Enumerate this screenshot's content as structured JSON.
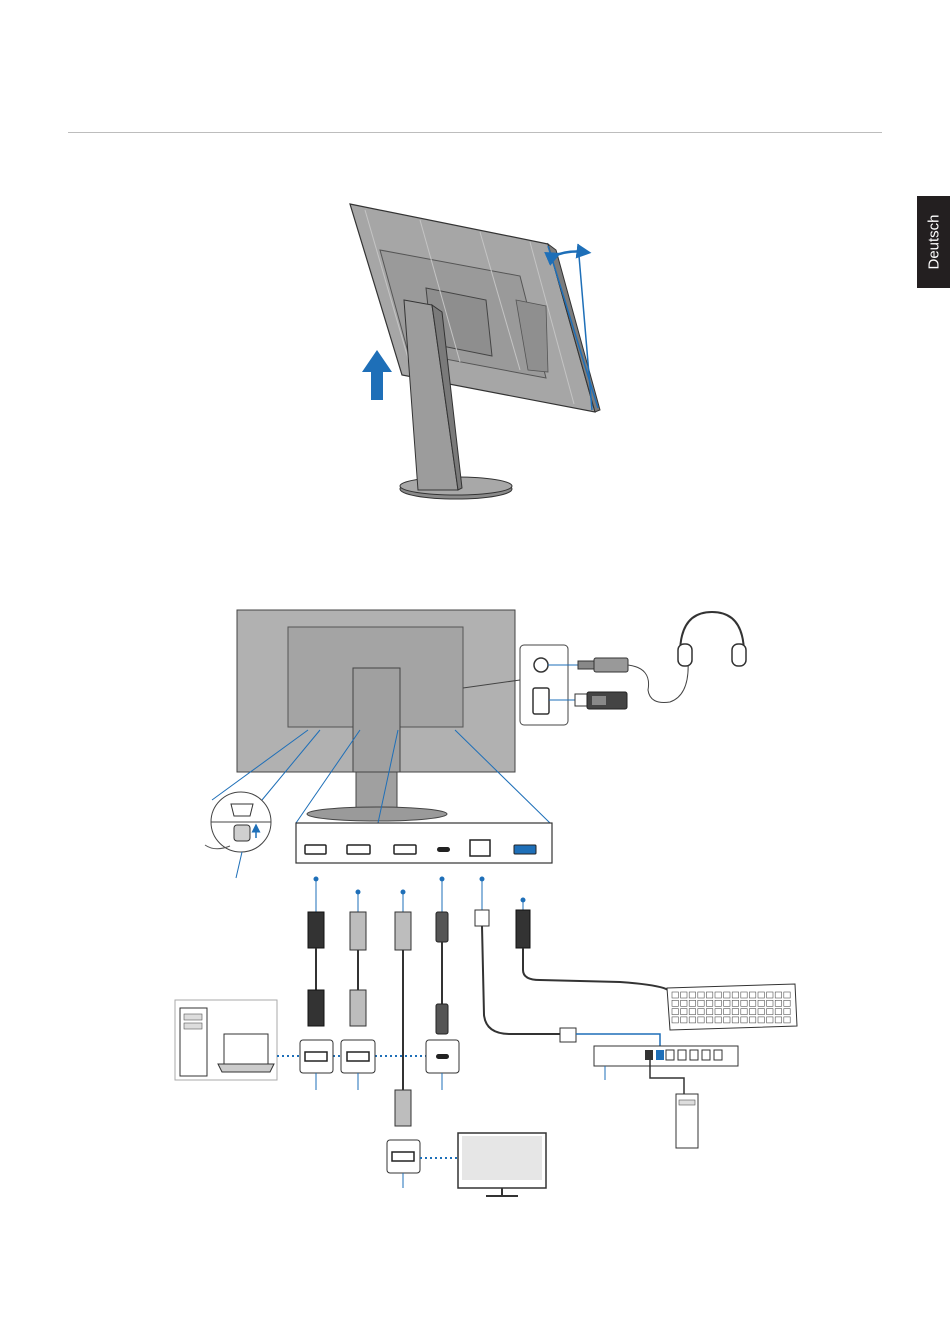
{
  "language_tab": {
    "label": "Deutsch"
  },
  "colors": {
    "accent": "#1e6fb8",
    "monitor_gray": "#b1b1b1",
    "line": "#3a3a3a",
    "tab_bg": "#231f20"
  },
  "illustrations": [
    {
      "name": "monitor-tilt-figure",
      "icons": [
        "monitor-rear-icon",
        "tilt-arrow-icon",
        "lift-arrow-icon"
      ]
    },
    {
      "name": "cable-connection-figure",
      "icons": [
        "monitor-back-icon",
        "power-inlet-icon",
        "hdmi-port-icon",
        "displayport-in-icon",
        "displayport-out-icon",
        "usb-c-port-icon",
        "lan-port-icon",
        "usb-a-port-icon",
        "headphone-jack-icon",
        "usb-stick-icon",
        "headphones-icon",
        "keyboard-icon",
        "pc-tower-icon",
        "laptop-icon",
        "network-switch-icon",
        "second-monitor-icon"
      ]
    }
  ]
}
